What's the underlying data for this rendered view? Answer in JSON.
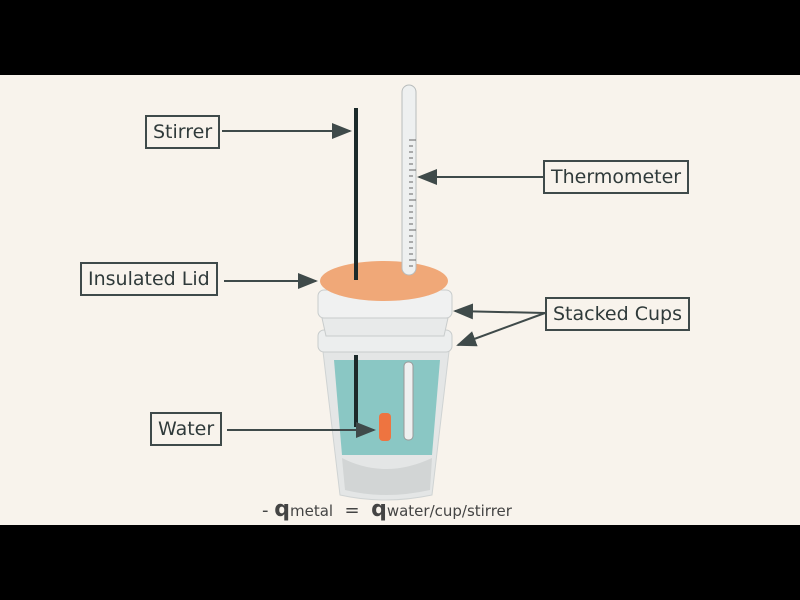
{
  "labels": {
    "stirrer": "Stirrer",
    "thermometer": "Thermometer",
    "insulated_lid": "Insulated Lid",
    "stacked_cups": "Stacked Cups",
    "water": "Water"
  },
  "equation": {
    "minus": "-",
    "q1": "q",
    "sub1": "metal",
    "equals": "=",
    "q2": "q",
    "sub2": "water/cup/stirrer"
  },
  "colors": {
    "background": "#f8f3ec",
    "lid": "#f0a878",
    "water": "#7fc3c0",
    "metal": "#ee7440"
  }
}
